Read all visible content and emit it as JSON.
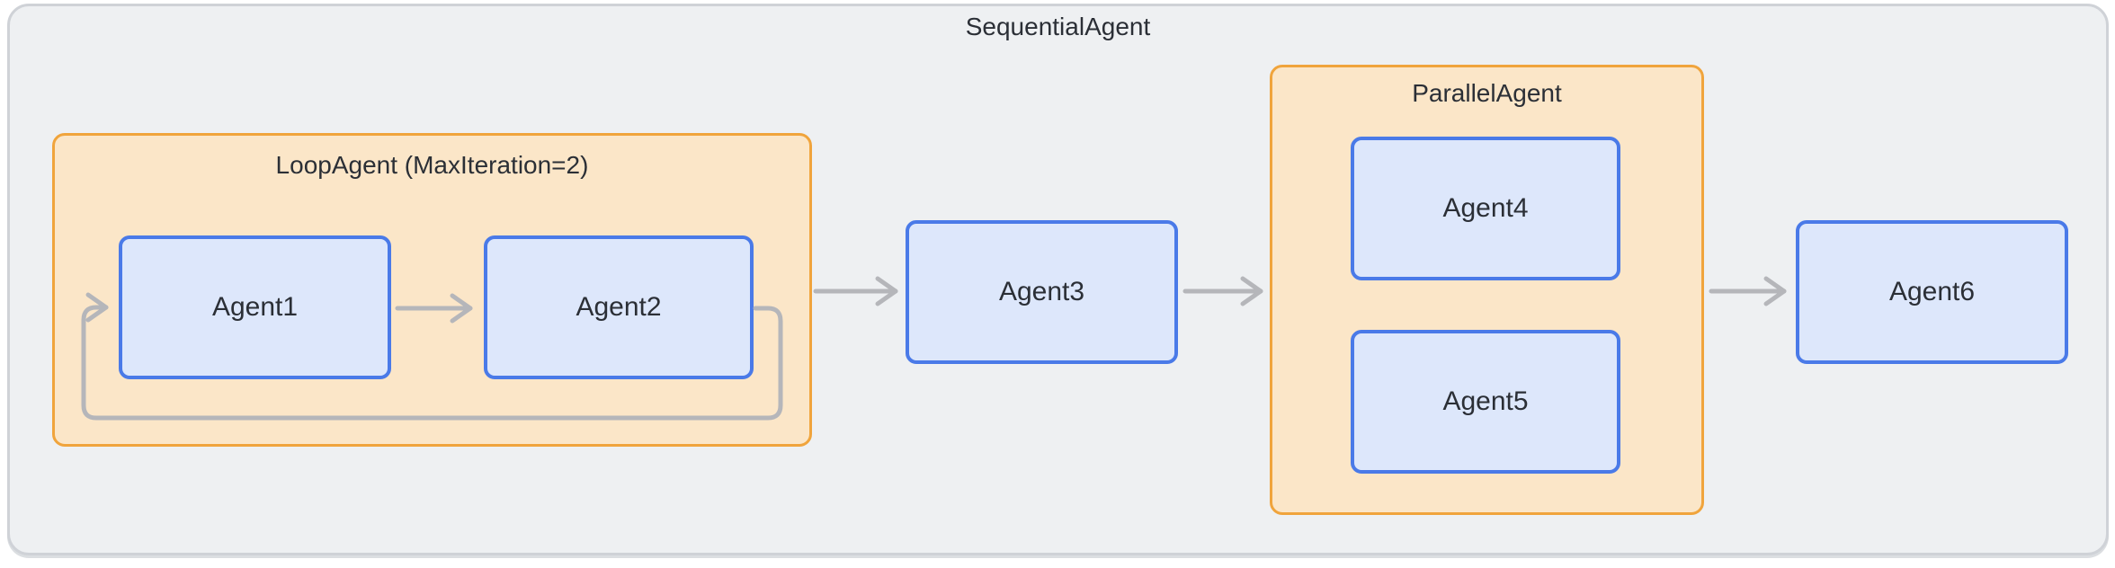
{
  "diagram": {
    "title": "SequentialAgent",
    "clusters": [
      {
        "id": "loop-agent",
        "label": "LoopAgent (MaxIteration=2)",
        "children": [
          "Agent1",
          "Agent2"
        ]
      },
      {
        "id": "parallel-agent",
        "label": "ParallelAgent",
        "children": [
          "Agent4",
          "Agent5"
        ]
      }
    ],
    "nodes": [
      {
        "id": "agent1",
        "label": "Agent1"
      },
      {
        "id": "agent2",
        "label": "Agent2"
      },
      {
        "id": "agent3",
        "label": "Agent3"
      },
      {
        "id": "agent4",
        "label": "Agent4"
      },
      {
        "id": "agent5",
        "label": "Agent5"
      },
      {
        "id": "agent6",
        "label": "Agent6"
      }
    ],
    "edges": [
      {
        "from": "Agent1",
        "to": "Agent2",
        "type": "sequence"
      },
      {
        "from": "Agent2",
        "to": "Agent1",
        "type": "loop-back"
      },
      {
        "from": "LoopAgent",
        "to": "Agent3",
        "type": "sequence"
      },
      {
        "from": "Agent3",
        "to": "ParallelAgent",
        "type": "sequence"
      },
      {
        "from": "ParallelAgent",
        "to": "Agent6",
        "type": "sequence"
      }
    ],
    "colors": {
      "container_fill": "#eef0f2",
      "container_border": "#cfd2d7",
      "cluster_fill": "#fbe6c8",
      "cluster_border": "#f0a43c",
      "node_fill": "#dde7fb",
      "node_border": "#4a7ae8",
      "arrow": "#b5b6ba",
      "text": "#2b2f36"
    }
  }
}
